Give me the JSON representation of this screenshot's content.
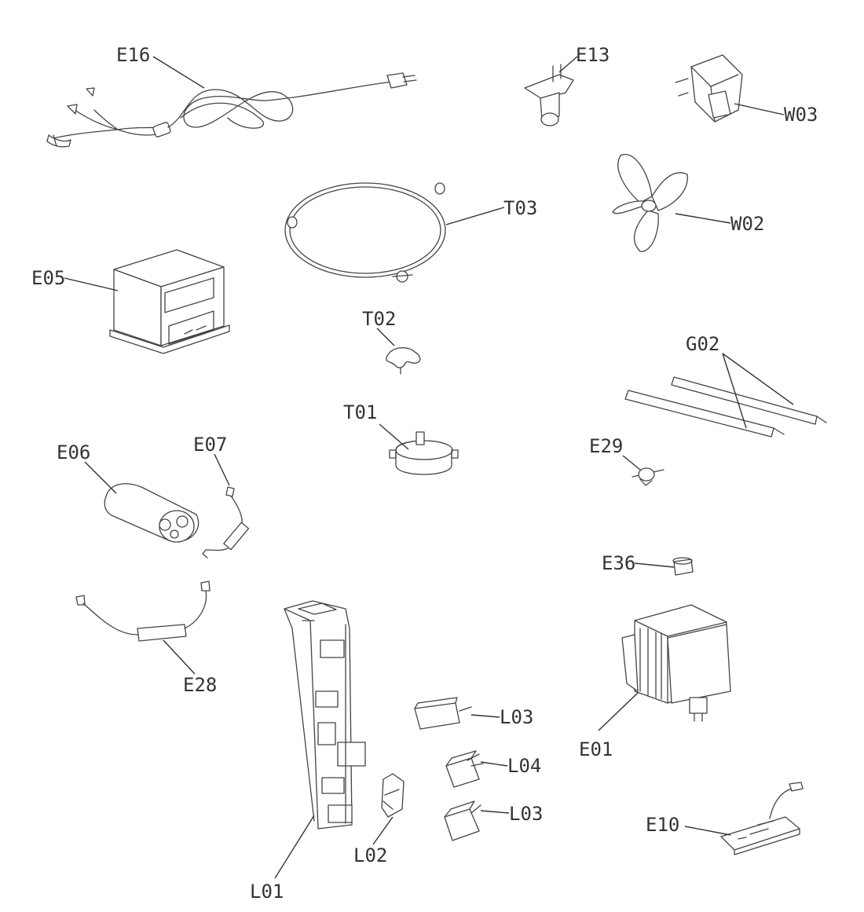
{
  "diagram": {
    "labels": {
      "E16": "E16",
      "E13": "E13",
      "W03": "W03",
      "T03": "T03",
      "W02": "W02",
      "E05": "E05",
      "T02": "T02",
      "G02": "G02",
      "T01": "T01",
      "E29": "E29",
      "E06": "E06",
      "E07": "E07",
      "E36": "E36",
      "E28": "E28",
      "E01": "E01",
      "L03a": "L03",
      "L04": "L04",
      "L03b": "L03",
      "L02": "L02",
      "L01": "L01",
      "E10": "E10"
    }
  }
}
